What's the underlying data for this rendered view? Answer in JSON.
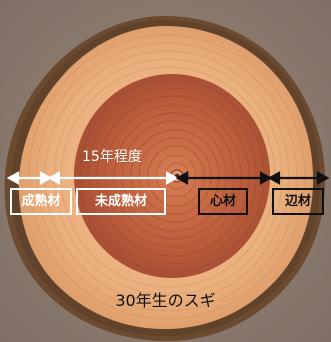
{
  "annotations": {
    "span_label": "15年程度",
    "mature_wood": "成熟材",
    "juvenile_wood": "未成熟材",
    "heartwood": "心材",
    "sapwood": "辺材",
    "caption": "30年生のスギ"
  },
  "colors": {
    "background": "#8f7f74",
    "bark": "#6b4a2f",
    "sapwood": "#e7b07e",
    "heartwood": "#b85a3a",
    "ring_line": "#a85a3c",
    "white_label": "#ffffff",
    "black_label": "#111111"
  }
}
